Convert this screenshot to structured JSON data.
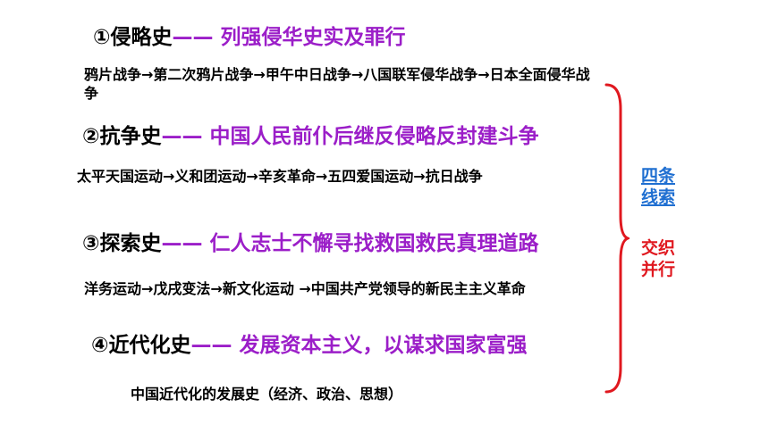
{
  "colors": {
    "accent": "#9b1ec8",
    "brace": "#e0181f",
    "label_blue": "#1f6fd1",
    "label_red": "#e0181f"
  },
  "sections": [
    {
      "title": "①侵略史",
      "dash": "——",
      "theme": "列强侵华史实及罪行",
      "desc": "鸦片战争→第二次鸦片战争→甲午中日战争→八国联军侵华战争→日本全面侵华战争"
    },
    {
      "title": "②抗争史",
      "dash": "——",
      "theme": "中国人民前仆后继反侵略反封建斗争",
      "desc": "太平天国运动→义和团运动→辛亥革命→五四爱国运动→抗日战争"
    },
    {
      "title": "③探索史",
      "dash": "——",
      "theme": "仁人志士不懈寻找救国救民真理道路",
      "desc": "洋务运动→戊戌变法→新文化运动 →中国共产党领导的新民主主义革命"
    },
    {
      "title": "④近代化史",
      "dash": "——",
      "theme": "发展资本主义，以谋求国家富强",
      "desc": "中国近代化的发展史（经济、政治、思想）"
    }
  ],
  "side_labels": {
    "top": "四条\n线索",
    "bottom": "交织\n并行"
  }
}
